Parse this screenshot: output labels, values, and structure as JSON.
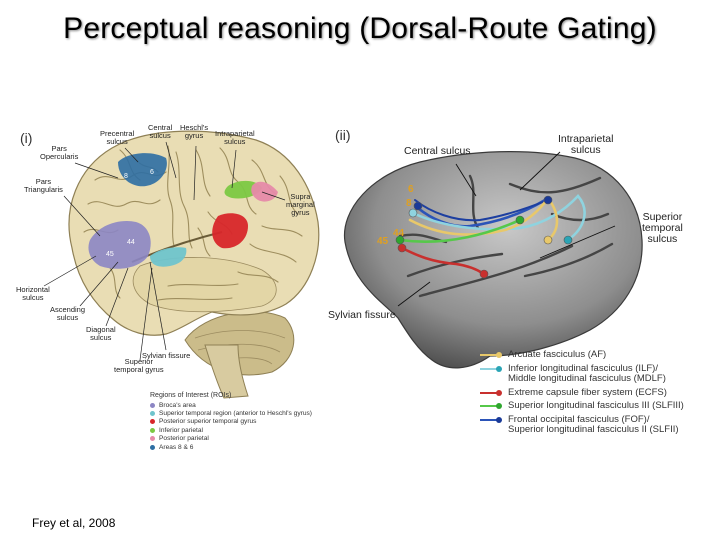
{
  "title": "Perceptual reasoning (Dorsal-Route Gating)",
  "left_panel": {
    "label": "(i)",
    "anatomy_labels": {
      "precentral": "Precentral\nsulcus",
      "central": "Central\nsulcus",
      "heschl": "Heschl's\ngyrus",
      "intraparietal": "Intraparietal\nsulcus",
      "pars_op": "Pars\nOpercularis",
      "pars_tri": "Pars\nTriangularis",
      "supramarginal": "Supra\nmarginal\ngyrus",
      "horizontal": "Horizontal\nsulcus",
      "ascending": "Ascending\nsulcus",
      "diagonal": "Diagonal\nsulcus",
      "sylvian": "Sylvian fissure",
      "superior_temporal": "Superior\ntemporal gyrus"
    },
    "area_numbers": {
      "a8": "8",
      "a6": "6",
      "a44": "44",
      "a45": "45"
    },
    "roi_title": "Regions of Interest (ROIs)",
    "roi_items": [
      {
        "label": "Broca's area",
        "color": "#8c86c4"
      },
      {
        "label": "Superior temporal region (anterior to Heschl's gyrus)",
        "color": "#6fc4cc"
      },
      {
        "label": "Posterior superior temporal gyrus",
        "color": "#d8262a"
      },
      {
        "label": "Inferior parietal",
        "color": "#7cc843"
      },
      {
        "label": "Posterior parietal",
        "color": "#e68aa9"
      },
      {
        "label": "Areas 8 & 6",
        "color": "#2d6ea3"
      }
    ]
  },
  "right_panel": {
    "label": "(ii)",
    "labels": {
      "central": "Central sulcus",
      "intraparietal": "Intraparietal\nsulcus",
      "superior_temporal": "Superior\ntemporal\nsulcus",
      "sylvian": "Sylvian fissure"
    },
    "area_numbers": {
      "a6": "6",
      "a8": "8",
      "a44": "44",
      "a45": "45"
    },
    "tracts": [
      {
        "label": "Arcuate fasciculus (AF)",
        "color": "#e8c86a",
        "dot": "#e8c86a"
      },
      {
        "label": "Inferior longitudinal fasciculus (ILF)/\nMiddle longitudinal fasciculus (MDLF)",
        "color": "#8fd3df",
        "dot": "#2aa4b5"
      },
      {
        "label": "Extreme capsule fiber system (ECFS)",
        "color": "#c8302e",
        "dot": "#c8302e"
      },
      {
        "label": "Superior longitudinal fasciculus III (SLFIII)",
        "color": "#56c84a",
        "dot": "#2fa62f"
      },
      {
        "label": "Frontal occipital fasciculus (FOF)/\nSuperior longitudinal fasciculus II (SLFII)",
        "color": "#2b54b8",
        "dot": "#1a3a98"
      }
    ]
  },
  "citation": "Frey et al, 2008"
}
